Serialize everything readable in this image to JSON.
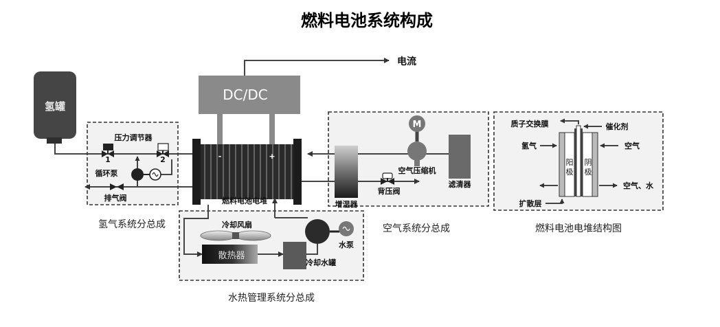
{
  "title": "燃料电池系统构成",
  "labels": {
    "hydrogen_tank": "氢罐",
    "current": "电流",
    "dcdc": "DC/DC",
    "pressure_regulator": "压力调节器",
    "valve1": "1",
    "valve2": "2",
    "circulation_pump": "循环泵",
    "exhaust_valve": "排气阀",
    "stack_minus": "-",
    "stack_plus": "+",
    "stack": "燃料电池电堆",
    "humidifier": "增湿器",
    "back_pressure_valve": "背压阀",
    "air_compressor": "空气压缩机",
    "motor": "M",
    "filter": "滤清器",
    "cooling_fan": "冷却风扇",
    "radiator": "散热器",
    "coolant_tank": "冷却水罐",
    "water_pump": "水泵",
    "pem": "质子交换膜",
    "catalyst": "催化剂",
    "hydrogen": "氢气",
    "air": "空气",
    "anode": "阳极",
    "cathode": "阴极",
    "air_water": "空气、水",
    "diffusion_layer": "扩散层"
  },
  "captions": {
    "hydrogen_system": "氢气系统分总成",
    "air_system": "空气系统分总成",
    "stack_structure": "燃料电池电堆结构图",
    "thermal_system": "水热管理系统分总成"
  }
}
